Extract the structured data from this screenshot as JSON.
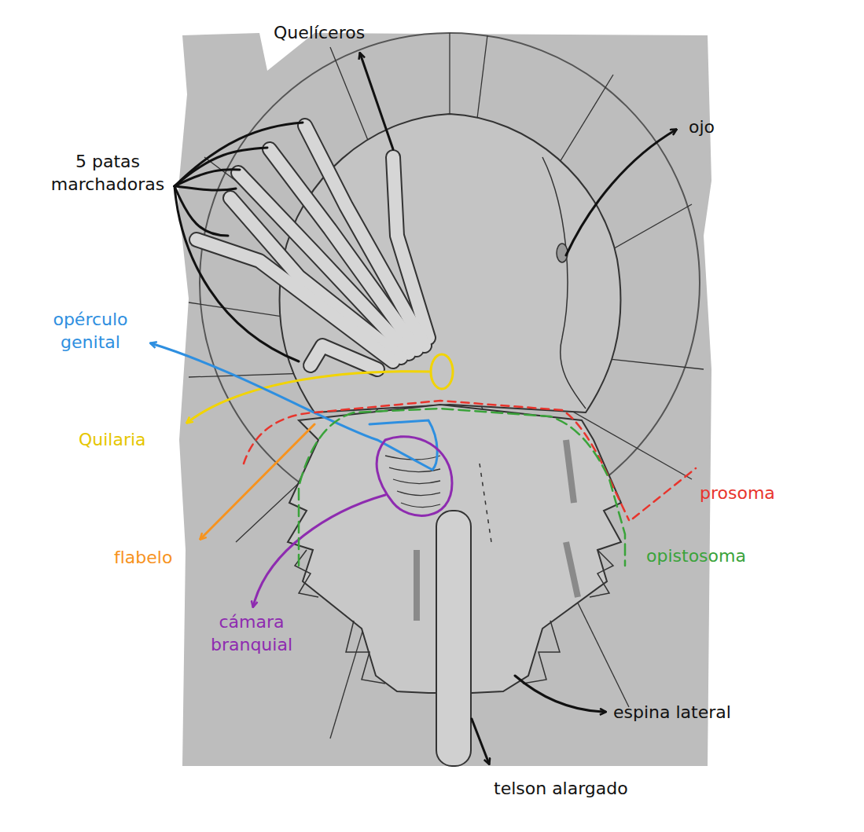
{
  "diagram": {
    "labels": [
      "Quelíceros",
      "5 patas marchadoras",
      "ojo",
      "opérculo genital",
      "Quilaria",
      "flabelo",
      "cámara branquial",
      "prosoma",
      "opistosoma",
      "espina lateral",
      "telson alargado"
    ]
  }
}
